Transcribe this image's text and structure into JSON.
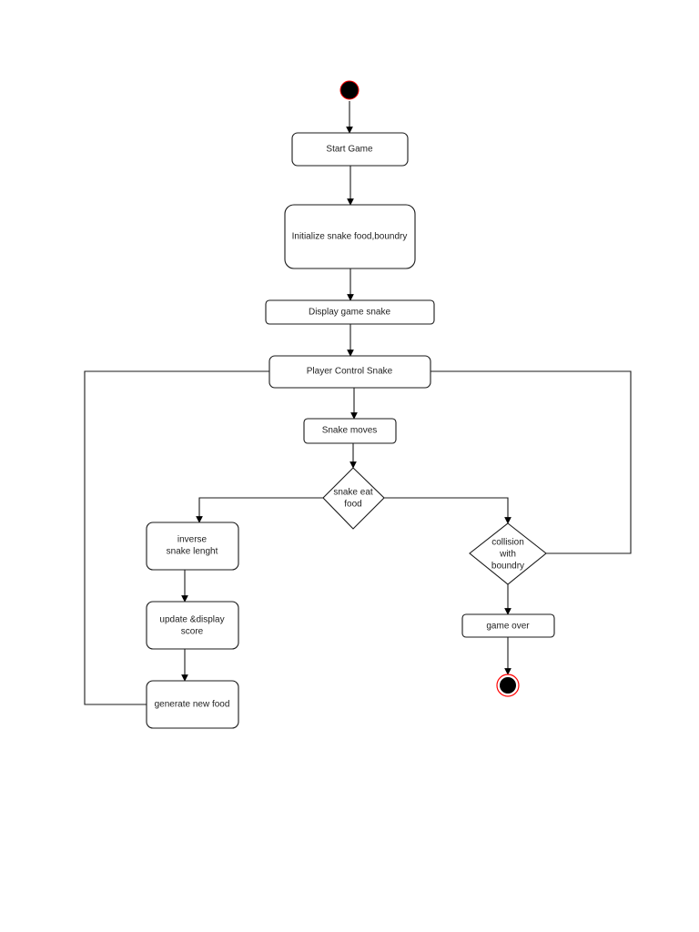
{
  "diagram": {
    "type": "activity-flowchart",
    "colors": {
      "stroke": "#1a1a1a",
      "terminal_ring": "#ff0000",
      "terminal_fill": "#000000",
      "node_fill": "#ffffff"
    },
    "nodes": {
      "start": {
        "kind": "initial"
      },
      "start_game": {
        "kind": "action",
        "lines": [
          "Start Game"
        ]
      },
      "initialize": {
        "kind": "action",
        "lines": [
          "Initialize snake food,boundry"
        ]
      },
      "display": {
        "kind": "action",
        "lines": [
          "Display game snake"
        ]
      },
      "player_control": {
        "kind": "action",
        "lines": [
          "Player Control Snake"
        ]
      },
      "snake_moves": {
        "kind": "action",
        "lines": [
          "Snake moves"
        ]
      },
      "eat_food": {
        "kind": "decision",
        "lines": [
          "snake eat",
          "food"
        ]
      },
      "inverse_length": {
        "kind": "action",
        "lines": [
          "inverse",
          "snake lenght"
        ]
      },
      "update_score": {
        "kind": "action",
        "lines": [
          "update &display",
          "score"
        ]
      },
      "generate_food": {
        "kind": "action",
        "lines": [
          "generate new food"
        ]
      },
      "collision": {
        "kind": "decision",
        "lines": [
          "collision",
          "with",
          "boundry"
        ]
      },
      "game_over": {
        "kind": "action",
        "lines": [
          "game over"
        ]
      },
      "end": {
        "kind": "final"
      }
    },
    "edges": [
      {
        "from": "start",
        "to": "start_game",
        "arrow": true
      },
      {
        "from": "start_game",
        "to": "initialize",
        "arrow": true
      },
      {
        "from": "initialize",
        "to": "display",
        "arrow": true
      },
      {
        "from": "display",
        "to": "player_control",
        "arrow": true
      },
      {
        "from": "player_control",
        "to": "snake_moves",
        "arrow": true
      },
      {
        "from": "snake_moves",
        "to": "eat_food",
        "arrow": true
      },
      {
        "from": "eat_food",
        "to": "inverse_length",
        "arrow": true
      },
      {
        "from": "eat_food",
        "to": "collision",
        "arrow": true
      },
      {
        "from": "inverse_length",
        "to": "update_score",
        "arrow": true
      },
      {
        "from": "update_score",
        "to": "generate_food",
        "arrow": true
      },
      {
        "from": "generate_food",
        "to": "player_control",
        "arrow": false
      },
      {
        "from": "collision",
        "to": "player_control",
        "arrow": false
      },
      {
        "from": "collision",
        "to": "game_over",
        "arrow": true
      },
      {
        "from": "game_over",
        "to": "end",
        "arrow": true
      }
    ]
  }
}
